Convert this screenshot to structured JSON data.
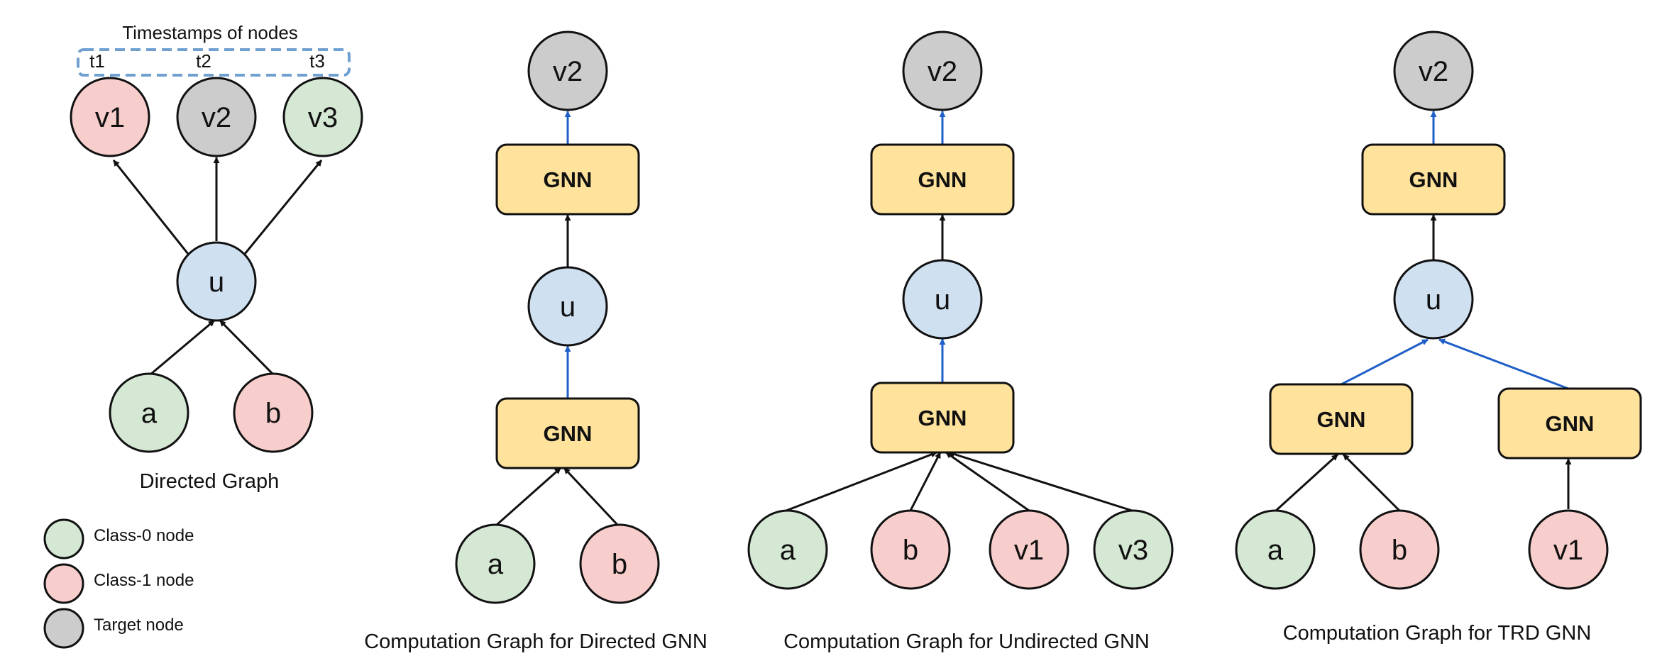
{
  "colors": {
    "class0_fill": "#d5e8d4",
    "class1_fill": "#f8cecc",
    "target_fill": "#cccccc",
    "user_fill": "#cfe0f1",
    "gnn_fill": "#ffe29b",
    "stroke": "#111111",
    "blue_edge": "#1f5fc7",
    "dashed_box": "#6fa0d0"
  },
  "directed_graph": {
    "timestamps_title": "Timestamps of nodes",
    "timestamps": [
      "t1",
      "t2",
      "t3"
    ],
    "nodes": {
      "v1": "v1",
      "v2": "v2",
      "v3": "v3",
      "u": "u",
      "a": "a",
      "b": "b"
    },
    "caption": "Directed Graph"
  },
  "legend": [
    {
      "label": "Class-0 node",
      "color": "#d5e8d4"
    },
    {
      "label": "Class-1 node",
      "color": "#f8cecc"
    },
    {
      "label": "Target node",
      "color": "#cccccc"
    }
  ],
  "directed_gnn": {
    "caption": "Computation Graph for Directed GNN",
    "target": "v2",
    "gnn_top": "GNN",
    "center": "u",
    "gnn_bottom": "GNN",
    "leaves": [
      "a",
      "b"
    ]
  },
  "undirected_gnn": {
    "caption": "Computation Graph  for Undirected GNN",
    "target": "v2",
    "gnn_top": "GNN",
    "center": "u",
    "gnn_bottom": "GNN",
    "leaves": [
      "a",
      "b",
      "v1",
      "v3"
    ]
  },
  "trd_gnn": {
    "caption": "Computation Graph for TRD GNN",
    "target": "v2",
    "gnn_top": "GNN",
    "center": "u",
    "gnn_left": "GNN",
    "gnn_right": "GNN",
    "leaves": [
      "a",
      "b",
      "v1"
    ]
  }
}
